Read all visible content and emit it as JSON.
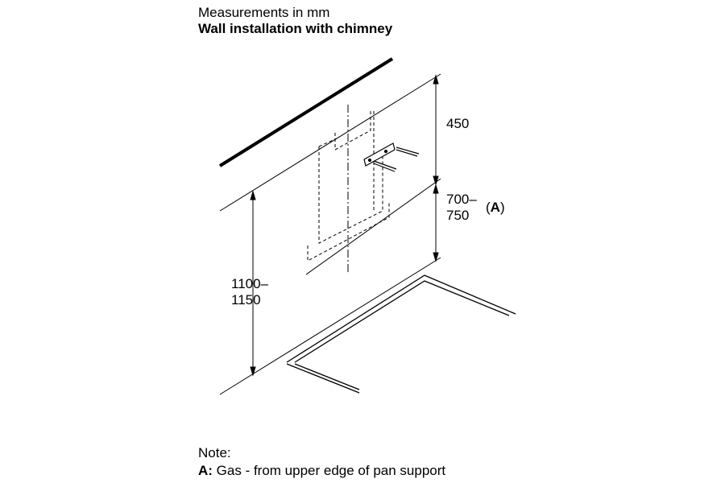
{
  "header": {
    "line1": "Measurements in mm",
    "line2": "Wall installation with chimney"
  },
  "dimensions": {
    "top": "450",
    "middle_line1": "700–",
    "middle_line2": "750",
    "middle_ref": "(A)",
    "middle_ref_letter": "A",
    "left_line1": "1100–",
    "left_line2": "1150"
  },
  "note": {
    "heading": "Note:",
    "key": "A:",
    "text": " Gas - from upper edge of pan support"
  }
}
